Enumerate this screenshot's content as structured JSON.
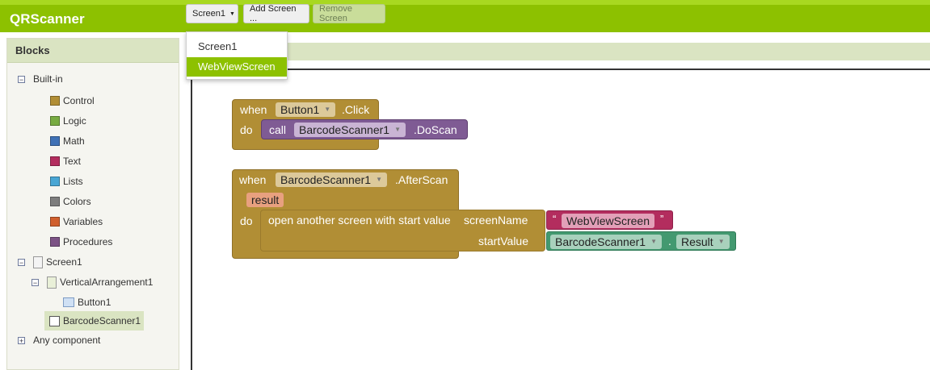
{
  "app": {
    "title": "QRScanner"
  },
  "toolbar": {
    "screen_select": "Screen1",
    "add_screen": "Add Screen ...",
    "remove_screen": "Remove Screen"
  },
  "screen_menu": {
    "items": [
      "Screen1",
      "WebViewScreen"
    ],
    "selected": "WebViewScreen"
  },
  "blocks_panel": {
    "title": "Blocks",
    "builtin_label": "Built-in",
    "builtin": [
      {
        "label": "Control",
        "color": "#b18e35"
      },
      {
        "label": "Logic",
        "color": "#77ab41"
      },
      {
        "label": "Math",
        "color": "#3f71b5"
      },
      {
        "label": "Text",
        "color": "#b32d5e"
      },
      {
        "label": "Lists",
        "color": "#49a6d4"
      },
      {
        "label": "Colors",
        "color": "#7d7d7d"
      },
      {
        "label": "Variables",
        "color": "#d05f2d"
      },
      {
        "label": "Procedures",
        "color": "#7c5385"
      }
    ],
    "components": {
      "screen": "Screen1",
      "arrangement": "VerticalArrangement1",
      "button": "Button1",
      "scanner": "BarcodeScanner1"
    },
    "any_component": "Any component"
  },
  "workspace": {
    "block1": {
      "when": "when",
      "component": "Button1",
      "event": ".Click",
      "do": "do",
      "call": "call",
      "call_component": "BarcodeScanner1",
      "method": ".DoScan"
    },
    "block2": {
      "when": "when",
      "component": "BarcodeScanner1",
      "event": ".AfterScan",
      "param": "result",
      "do": "do",
      "action": "open another screen with start value",
      "screen_name_label": "screenName",
      "start_value_label": "startValue",
      "quote_open": "“",
      "screen_name_value": "WebViewScreen",
      "quote_close": "”",
      "getter_component": "BarcodeScanner1",
      "dot": ".",
      "getter_property": "Result"
    }
  }
}
